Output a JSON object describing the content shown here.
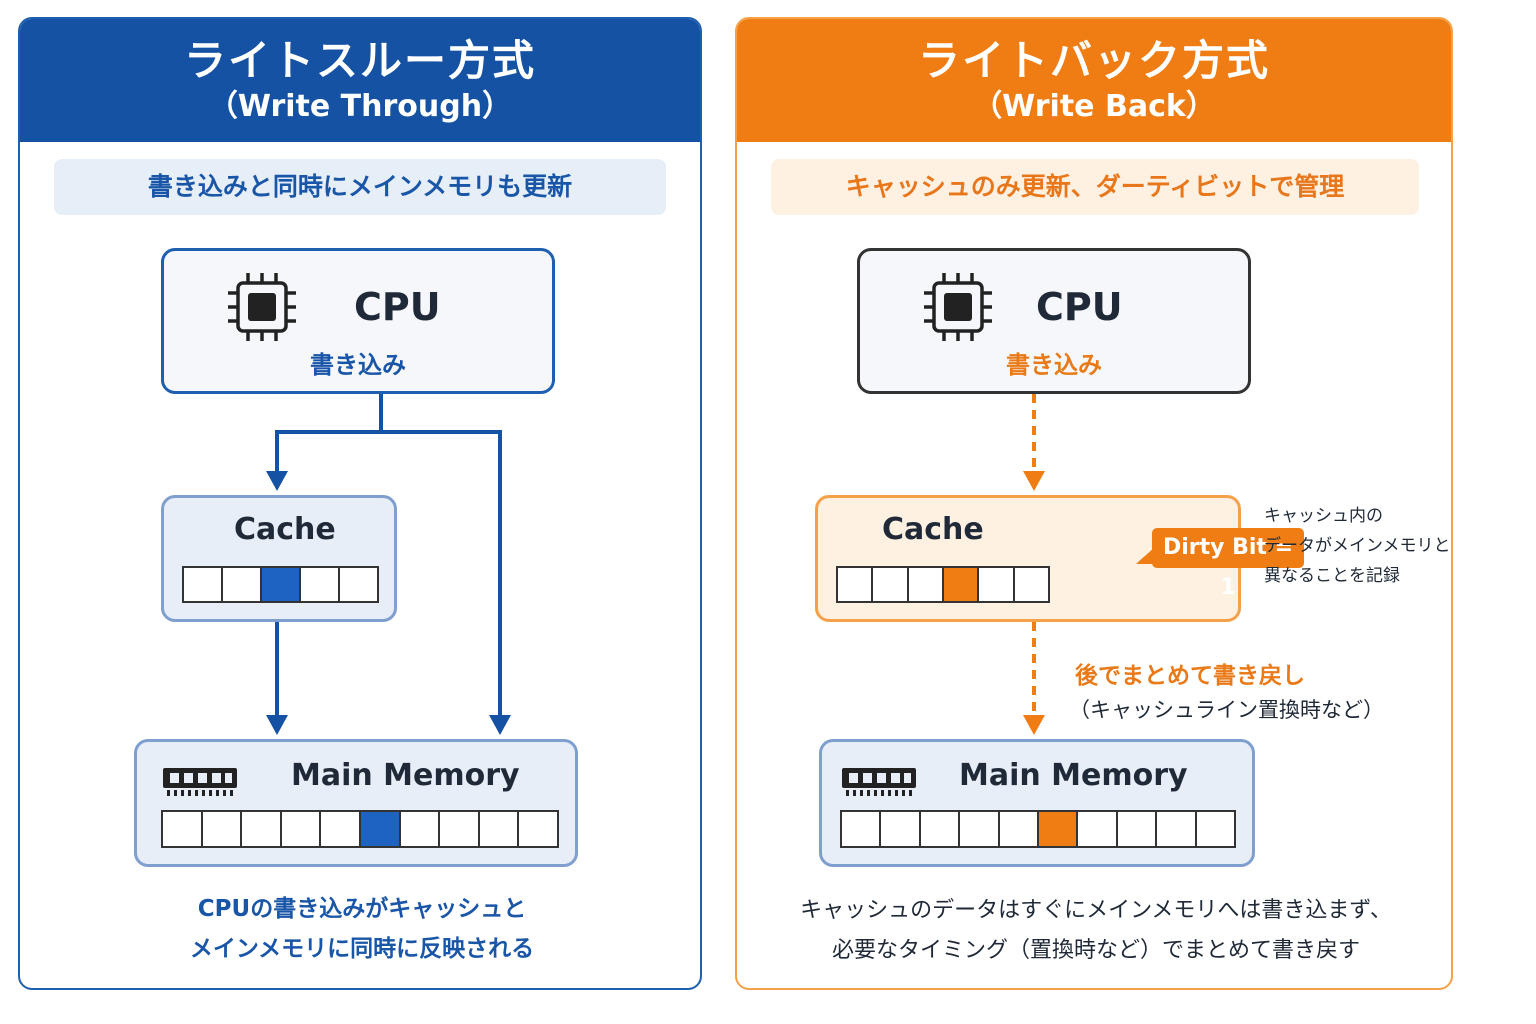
{
  "write_through": {
    "title": "ライトスルー方式",
    "subtitle": "（Write Through）",
    "summary": "書き込みと同時にメインメモリも更新",
    "cpu_label": "CPU",
    "cpu_action": "書き込み",
    "cache_label": "Cache",
    "memory_label": "Main Memory",
    "caption_line1": "CPUの書き込みがキャッシュと",
    "caption_line2": "メインメモリに同時に反映される",
    "accent_color": "#1552a4",
    "highlight_color": "#1f63c0"
  },
  "write_back": {
    "title": "ライトバック方式",
    "subtitle": "（Write Back）",
    "summary": "キャッシュのみ更新、ダーティビットで管理",
    "cpu_label": "CPU",
    "cpu_action": "書き込み",
    "cache_label": "Cache",
    "dirty_bit": "Dirty Bit = 1",
    "dirty_note_line1": "キャッシュ内の",
    "dirty_note_line2": "データがメインメモリと",
    "dirty_note_line3": "異なることを記録",
    "writeback_note": "後でまとめて書き戻し",
    "writeback_detail": "（キャッシュライン置換時など）",
    "memory_label": "Main Memory",
    "caption_line1": "キャッシュのデータはすぐにメインメモリへは書き込まず、",
    "caption_line2": "必要なタイミング（置換時など）でまとめて書き戻す",
    "accent_color": "#ef7d14",
    "highlight_color": "#ef7d14"
  },
  "icons": {
    "cpu": "cpu-chip-icon",
    "memory": "ram-module-icon"
  }
}
